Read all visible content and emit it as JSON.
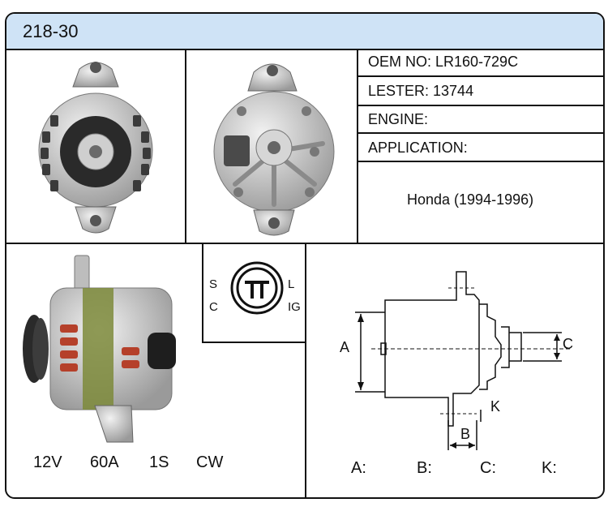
{
  "header": {
    "title": "218-30"
  },
  "info": {
    "oem": "OEM NO: LR160-729C",
    "lester": "LESTER: 13744",
    "engine": "ENGINE:",
    "application": "APPLICATION:",
    "vehicle": "Honda (1994-1996)"
  },
  "connector": {
    "s": "S",
    "c": "C",
    "l": "L",
    "ig": "IG"
  },
  "specs": {
    "voltage": "12V",
    "amperage": "60A",
    "pulley": "1S",
    "rotation": "CW"
  },
  "diagram": {
    "a": "A",
    "b": "B",
    "c": "C",
    "k": "K"
  },
  "dims": {
    "a": "A:",
    "b": "B:",
    "c": "C:",
    "k": "K:"
  },
  "colors": {
    "header_bg": "#cfe3f6",
    "border": "#111111",
    "stator_copper": "#b5402a",
    "rotor_green": "#7d8a3a"
  }
}
